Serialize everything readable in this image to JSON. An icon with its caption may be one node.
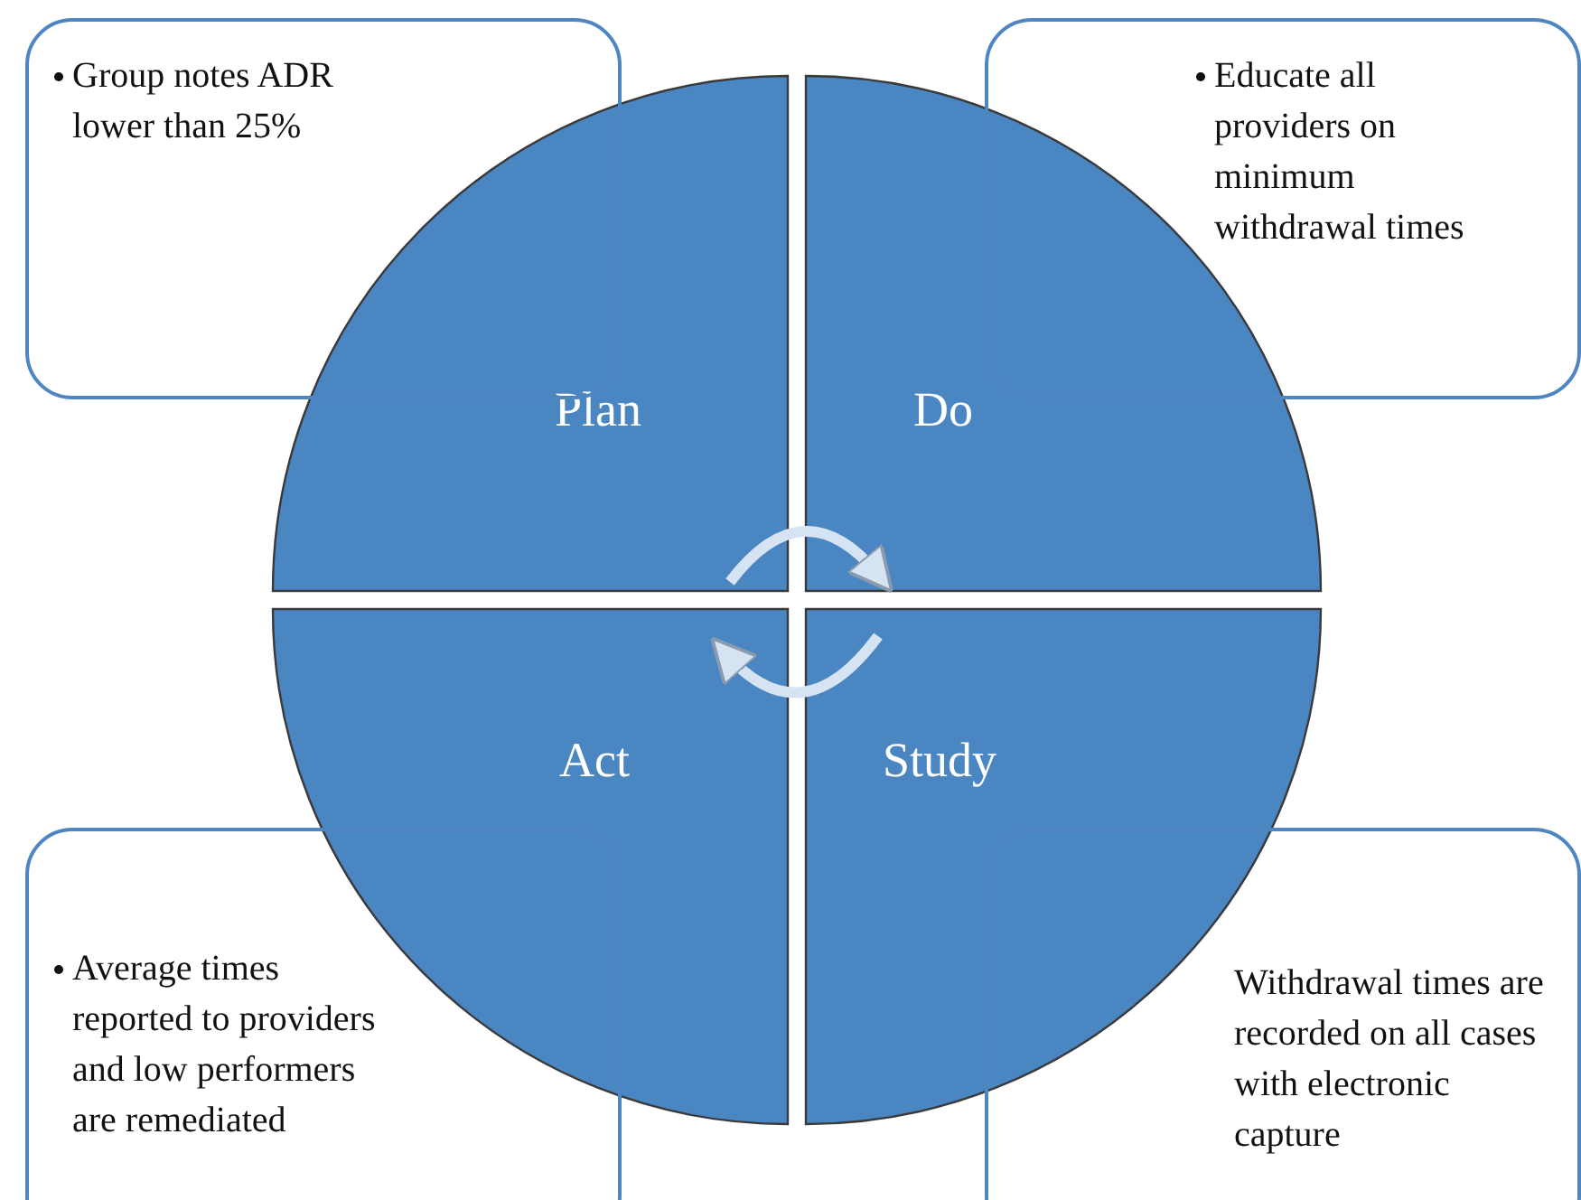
{
  "diagram": {
    "nodes": [
      {
        "text": [
          "Group notes ADR lower than 25%"
        ]
      },
      {
        "text": [
          "Educate all providers on minimum withdrawal times"
        ]
      },
      {
        "text": [
          "Plan"
        ]
      },
      {
        "text": [
          "Do"
        ]
      },
      {
        "text": [
          "Act"
        ]
      },
      {
        "text": [
          "Study"
        ]
      },
      {
        "text": [
          "Average times reported to providers and low performers are remediated"
        ]
      },
      {
        "text": [
          "Withdrawal times are recorded on all cases with electronic capture"
        ]
      }
    ],
    "edges": [
      {
        "from": 2,
        "to": 3,
        "arrow": "to"
      },
      {
        "from": 5,
        "to": 4,
        "arrow": "to"
      }
    ]
  }
}
